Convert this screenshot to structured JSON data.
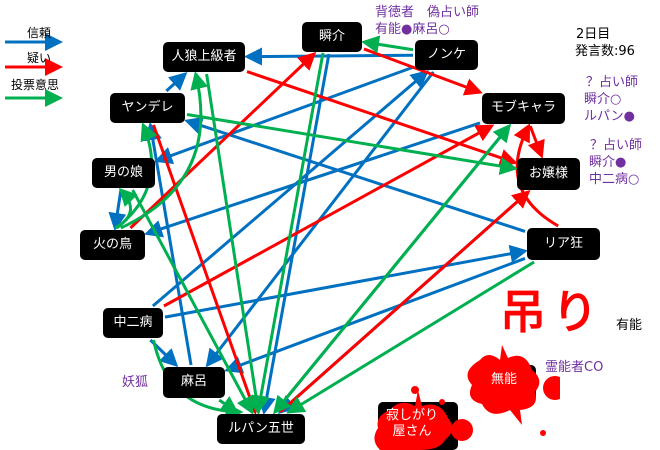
{
  "legend": [
    {
      "label": "信頼",
      "color": "#0070c0"
    },
    {
      "label": "疑い",
      "color": "#ff0000"
    },
    {
      "label": "投票意思",
      "color": "#00b050"
    }
  ],
  "info": {
    "day": "2日目",
    "posts": "発言数:96"
  },
  "nodes": {
    "jinro": "人狼上級者",
    "shunsuke": "瞬介",
    "nonke": "ノンケ",
    "yandere": "ヤンデレ",
    "mob": "モブキャラ",
    "otoko": "男の娘",
    "ojou": "お嬢様",
    "hinotori": "火の鳥",
    "riakyo": "リア狂",
    "chuni": "中二病",
    "maro": "麻呂",
    "lupin": "ルパン五世",
    "munou": "無能",
    "sabishi": "寂しがり屋さん"
  },
  "notes": {
    "shunsuke_1": "背徳者　偽占い師",
    "shunsuke_2": "有能●麻呂○",
    "mob_1": "？占い師",
    "mob_2": "瞬介○",
    "mob_3": "ルパン●",
    "ojou_1": "？占い師",
    "ojou_2": "瞬介●",
    "ojou_3": "中二病○",
    "maro": "妖狐",
    "munou": "霊能者CO"
  },
  "hanged": {
    "label": "吊り",
    "sub": "有能"
  },
  "colors": {
    "trust": "#0070c0",
    "doubt": "#ff0000",
    "vote": "#00b050"
  },
  "edges": [
    {
      "from": "yandere",
      "to": "jinro",
      "type": "trust"
    },
    {
      "from": "nonke",
      "to": "jinro",
      "type": "trust"
    },
    {
      "from": "nonke",
      "to": "otoko",
      "type": "trust"
    },
    {
      "from": "nonke",
      "to": "maro",
      "type": "trust"
    },
    {
      "from": "chuni",
      "to": "nonke",
      "type": "trust"
    },
    {
      "from": "shunsuke",
      "to": "lupin",
      "type": "trust"
    },
    {
      "from": "mob",
      "to": "hinotori",
      "type": "trust"
    },
    {
      "from": "riakyo",
      "to": "yandere",
      "type": "trust"
    },
    {
      "from": "chuni",
      "to": "riakyo",
      "type": "trust"
    },
    {
      "from": "riakyo",
      "to": "maro",
      "type": "trust"
    },
    {
      "from": "chuni",
      "to": "maro",
      "type": "trust"
    },
    {
      "from": "otoko",
      "to": "hinotori",
      "type": "trust"
    },
    {
      "from": "maro",
      "to": "yandere",
      "type": "trust"
    },
    {
      "from": "ojou",
      "to": "lupin",
      "type": "trust"
    },
    {
      "from": "hinotori",
      "to": "shunsuke",
      "type": "doubt"
    },
    {
      "from": "shunsuke",
      "to": "mob",
      "type": "doubt"
    },
    {
      "from": "jinro",
      "to": "ojou",
      "type": "doubt"
    },
    {
      "from": "yandere",
      "to": "lupin",
      "type": "doubt"
    },
    {
      "from": "chuni",
      "to": "mob",
      "type": "doubt"
    },
    {
      "from": "lupin",
      "to": "ojou",
      "type": "doubt"
    },
    {
      "from": "mob",
      "to": "ojou",
      "type": "doubt"
    },
    {
      "from": "riakyo",
      "to": "mob",
      "type": "doubt"
    },
    {
      "from": "hinotori",
      "to": "jinro",
      "type": "vote"
    },
    {
      "from": "hinotori",
      "to": "yandere",
      "type": "vote"
    },
    {
      "from": "hinotori",
      "to": "otoko",
      "type": "vote"
    },
    {
      "from": "chuni",
      "to": "lupin",
      "type": "vote"
    },
    {
      "from": "jinro",
      "to": "lupin",
      "type": "vote"
    },
    {
      "from": "otoko",
      "to": "lupin",
      "type": "vote"
    },
    {
      "from": "shunsuke",
      "to": "lupin",
      "type": "vote"
    },
    {
      "from": "maro",
      "to": "lupin",
      "type": "vote"
    },
    {
      "from": "mob",
      "to": "lupin",
      "type": "vote"
    },
    {
      "from": "riakyo",
      "to": "lupin",
      "type": "vote"
    },
    {
      "from": "nonke",
      "to": "shunsuke",
      "type": "vote"
    },
    {
      "from": "yandere",
      "to": "ojou",
      "type": "vote"
    },
    {
      "from": "lupin",
      "to": "mob",
      "type": "vote"
    }
  ]
}
